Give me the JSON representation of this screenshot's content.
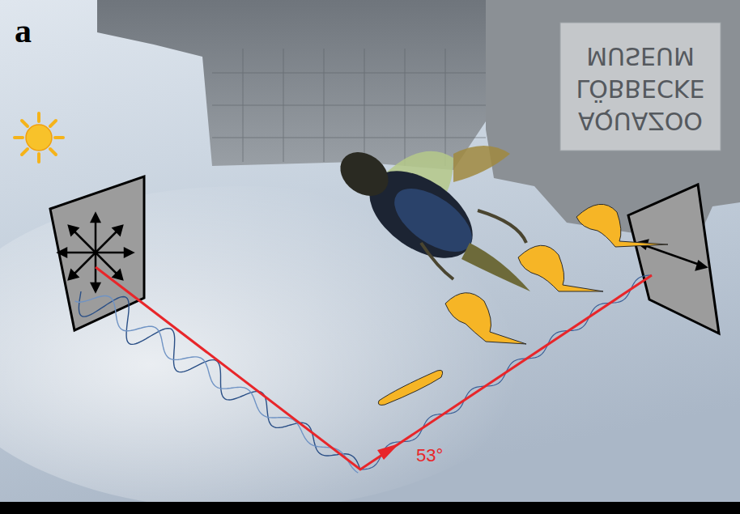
{
  "diagram": {
    "labels": [
      "a",
      "MUSEUM",
      "LÖBBECKE",
      "AQUAZOO",
      "53°"
    ]
  }
}
